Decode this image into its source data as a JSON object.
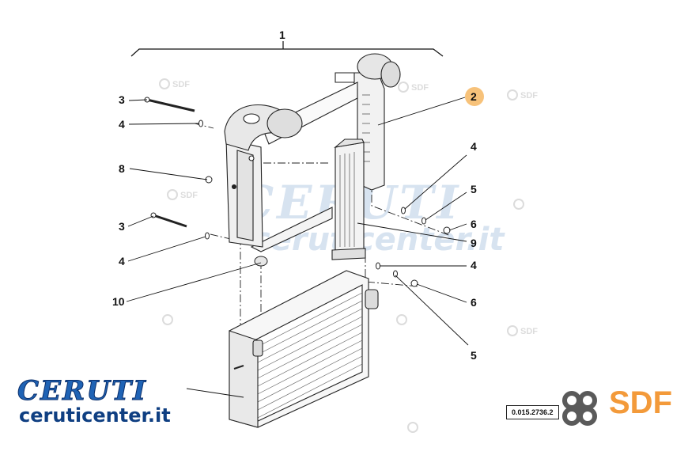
{
  "callouts": {
    "c1": "1",
    "c2": "2",
    "c3a": "3",
    "c3b": "3",
    "c4a": "4",
    "c4b": "4",
    "c4c": "4",
    "c4d": "4",
    "c5a": "5",
    "c5b": "5",
    "c6a": "6",
    "c6b": "6",
    "c8": "8",
    "c9": "9",
    "c10": "10"
  },
  "branding": {
    "ceruti_logo": "CERUTI",
    "ceruti_url": "ceruticenter.it",
    "watermark_name": "CERUTI",
    "watermark_url": "ceruticenter.it",
    "sdf_logo": "SDF",
    "sdf_small": "SDF",
    "reference_code": "0.015.2736.2",
    "colors": {
      "ceruti_blue": "#1f63b5",
      "sdf_orange": "#f39a3a",
      "highlight": "#f7c27a"
    }
  }
}
